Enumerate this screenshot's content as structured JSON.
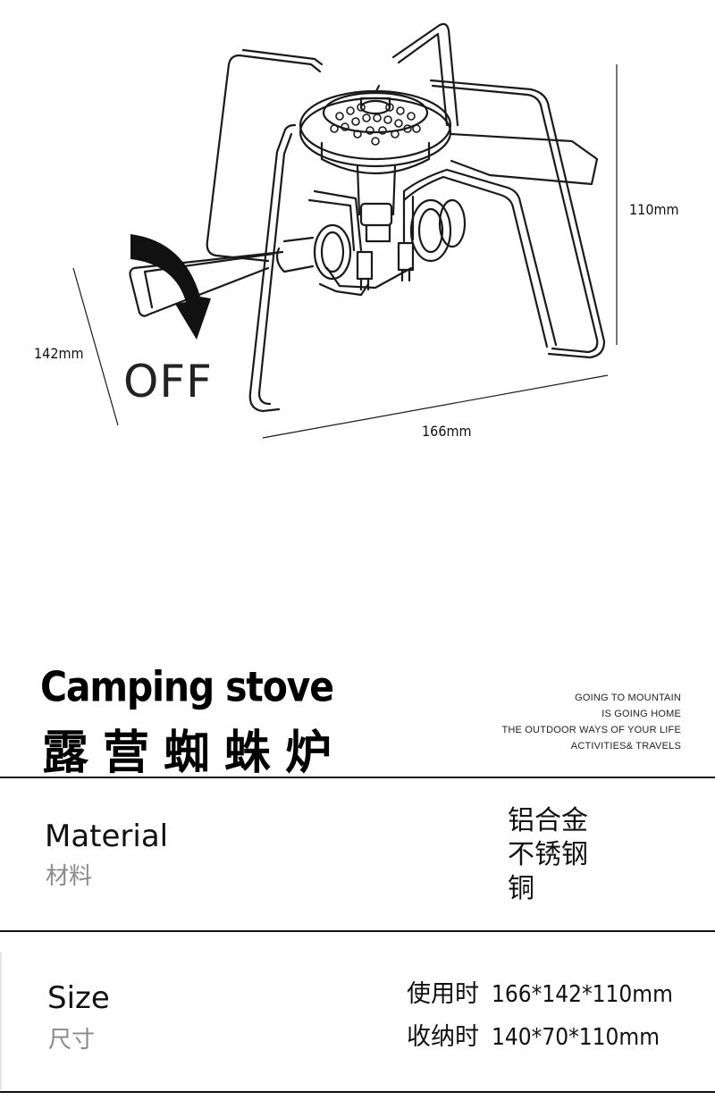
{
  "figure": {
    "dim_height": "110mm",
    "dim_depth": "142mm",
    "dim_width": "166mm",
    "off_label": "OFF"
  },
  "header": {
    "title_en": "Camping stove",
    "title_cn": "露营蜘蛛炉",
    "slogan": [
      "GOING TO MOUNTAIN",
      "IS GOING HOME",
      "THE OUTDOOR WAYS OF YOUR LIFE",
      "ACTIVITIES& TRAVELS"
    ]
  },
  "material": {
    "label_en": "Material",
    "label_cn": "材料",
    "values": [
      "铝合金",
      "不锈钢",
      "铜"
    ]
  },
  "size": {
    "label_en": "Size",
    "label_cn": "尺寸",
    "rows": [
      {
        "key": "使用时",
        "value": "166*142*110mm"
      },
      {
        "key": "收纳时",
        "value": "140*70*110mm"
      }
    ]
  }
}
